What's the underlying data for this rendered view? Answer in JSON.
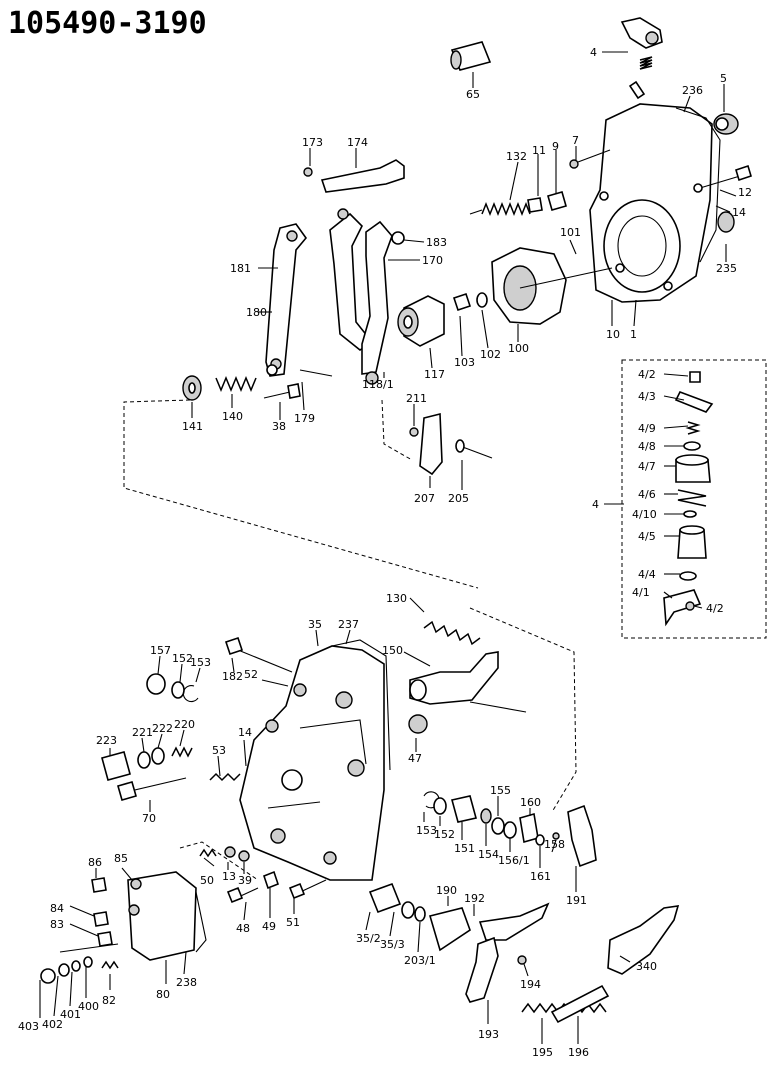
{
  "title": "105490-3190",
  "labels": [
    {
      "key": "l4",
      "text": "4"
    },
    {
      "key": "l65",
      "text": "65"
    },
    {
      "key": "l5",
      "text": "5"
    },
    {
      "key": "l236",
      "text": "236"
    },
    {
      "key": "l173",
      "text": "173"
    },
    {
      "key": "l174",
      "text": "174"
    },
    {
      "key": "l132",
      "text": "132"
    },
    {
      "key": "l11",
      "text": "11"
    },
    {
      "key": "l9",
      "text": "9"
    },
    {
      "key": "l7",
      "text": "7"
    },
    {
      "key": "l12",
      "text": "12"
    },
    {
      "key": "l14a",
      "text": "14"
    },
    {
      "key": "l183",
      "text": "183"
    },
    {
      "key": "l170",
      "text": "170"
    },
    {
      "key": "l101",
      "text": "101"
    },
    {
      "key": "l235",
      "text": "235"
    },
    {
      "key": "l181",
      "text": "181"
    },
    {
      "key": "l180",
      "text": "180"
    },
    {
      "key": "l117",
      "text": "117"
    },
    {
      "key": "l103",
      "text": "103"
    },
    {
      "key": "l102",
      "text": "102"
    },
    {
      "key": "l100",
      "text": "100"
    },
    {
      "key": "l10",
      "text": "10"
    },
    {
      "key": "l1",
      "text": "1"
    },
    {
      "key": "l118_1",
      "text": "118/1"
    },
    {
      "key": "l141",
      "text": "141"
    },
    {
      "key": "l140",
      "text": "140"
    },
    {
      "key": "l38",
      "text": "38"
    },
    {
      "key": "l179",
      "text": "179"
    },
    {
      "key": "l211",
      "text": "211"
    },
    {
      "key": "l207",
      "text": "207"
    },
    {
      "key": "l205",
      "text": "205"
    },
    {
      "key": "l4_2a",
      "text": "4/2"
    },
    {
      "key": "l4_3",
      "text": "4/3"
    },
    {
      "key": "l4_9",
      "text": "4/9"
    },
    {
      "key": "l4_8",
      "text": "4/8"
    },
    {
      "key": "l4_7",
      "text": "4/7"
    },
    {
      "key": "l4_6",
      "text": "4/6"
    },
    {
      "key": "l4_10",
      "text": "4/10"
    },
    {
      "key": "l4_5",
      "text": "4/5"
    },
    {
      "key": "l4_4",
      "text": "4/4"
    },
    {
      "key": "l4_1",
      "text": "4/1"
    },
    {
      "key": "l4_2b",
      "text": "4/2"
    },
    {
      "key": "l4b",
      "text": "4"
    },
    {
      "key": "l130",
      "text": "130"
    },
    {
      "key": "l35",
      "text": "35"
    },
    {
      "key": "l237",
      "text": "237"
    },
    {
      "key": "l157",
      "text": "157"
    },
    {
      "key": "l152a",
      "text": "152"
    },
    {
      "key": "l153a",
      "text": "153"
    },
    {
      "key": "l182",
      "text": "182"
    },
    {
      "key": "l52",
      "text": "52"
    },
    {
      "key": "l150",
      "text": "150"
    },
    {
      "key": "l223",
      "text": "223"
    },
    {
      "key": "l221",
      "text": "221"
    },
    {
      "key": "l222",
      "text": "222"
    },
    {
      "key": "l220",
      "text": "220"
    },
    {
      "key": "l14b",
      "text": "14"
    },
    {
      "key": "l53",
      "text": "53"
    },
    {
      "key": "l47",
      "text": "47"
    },
    {
      "key": "l70",
      "text": "70"
    },
    {
      "key": "l155",
      "text": "155"
    },
    {
      "key": "l160",
      "text": "160"
    },
    {
      "key": "l153b",
      "text": "153"
    },
    {
      "key": "l152b",
      "text": "152"
    },
    {
      "key": "l151",
      "text": "151"
    },
    {
      "key": "l154",
      "text": "154"
    },
    {
      "key": "l156_1",
      "text": "156/1"
    },
    {
      "key": "l158",
      "text": "158"
    },
    {
      "key": "l161",
      "text": "161"
    },
    {
      "key": "l191",
      "text": "191"
    },
    {
      "key": "l86",
      "text": "86"
    },
    {
      "key": "l85",
      "text": "85"
    },
    {
      "key": "l50",
      "text": "50"
    },
    {
      "key": "l13",
      "text": "13"
    },
    {
      "key": "l39",
      "text": "39"
    },
    {
      "key": "l84",
      "text": "84"
    },
    {
      "key": "l83",
      "text": "83"
    },
    {
      "key": "l48",
      "text": "48"
    },
    {
      "key": "l49",
      "text": "49"
    },
    {
      "key": "l51",
      "text": "51"
    },
    {
      "key": "l190",
      "text": "190"
    },
    {
      "key": "l192",
      "text": "192"
    },
    {
      "key": "l35_2",
      "text": "35/2"
    },
    {
      "key": "l35_3",
      "text": "35/3"
    },
    {
      "key": "l203_1",
      "text": "203/1"
    },
    {
      "key": "l194",
      "text": "194"
    },
    {
      "key": "l340",
      "text": "340"
    },
    {
      "key": "l403",
      "text": "403"
    },
    {
      "key": "l402",
      "text": "402"
    },
    {
      "key": "l401",
      "text": "401"
    },
    {
      "key": "l400",
      "text": "400"
    },
    {
      "key": "l82",
      "text": "82"
    },
    {
      "key": "l80",
      "text": "80"
    },
    {
      "key": "l238",
      "text": "238"
    },
    {
      "key": "l193",
      "text": "193"
    },
    {
      "key": "l195",
      "text": "195"
    },
    {
      "key": "l196",
      "text": "196"
    }
  ]
}
